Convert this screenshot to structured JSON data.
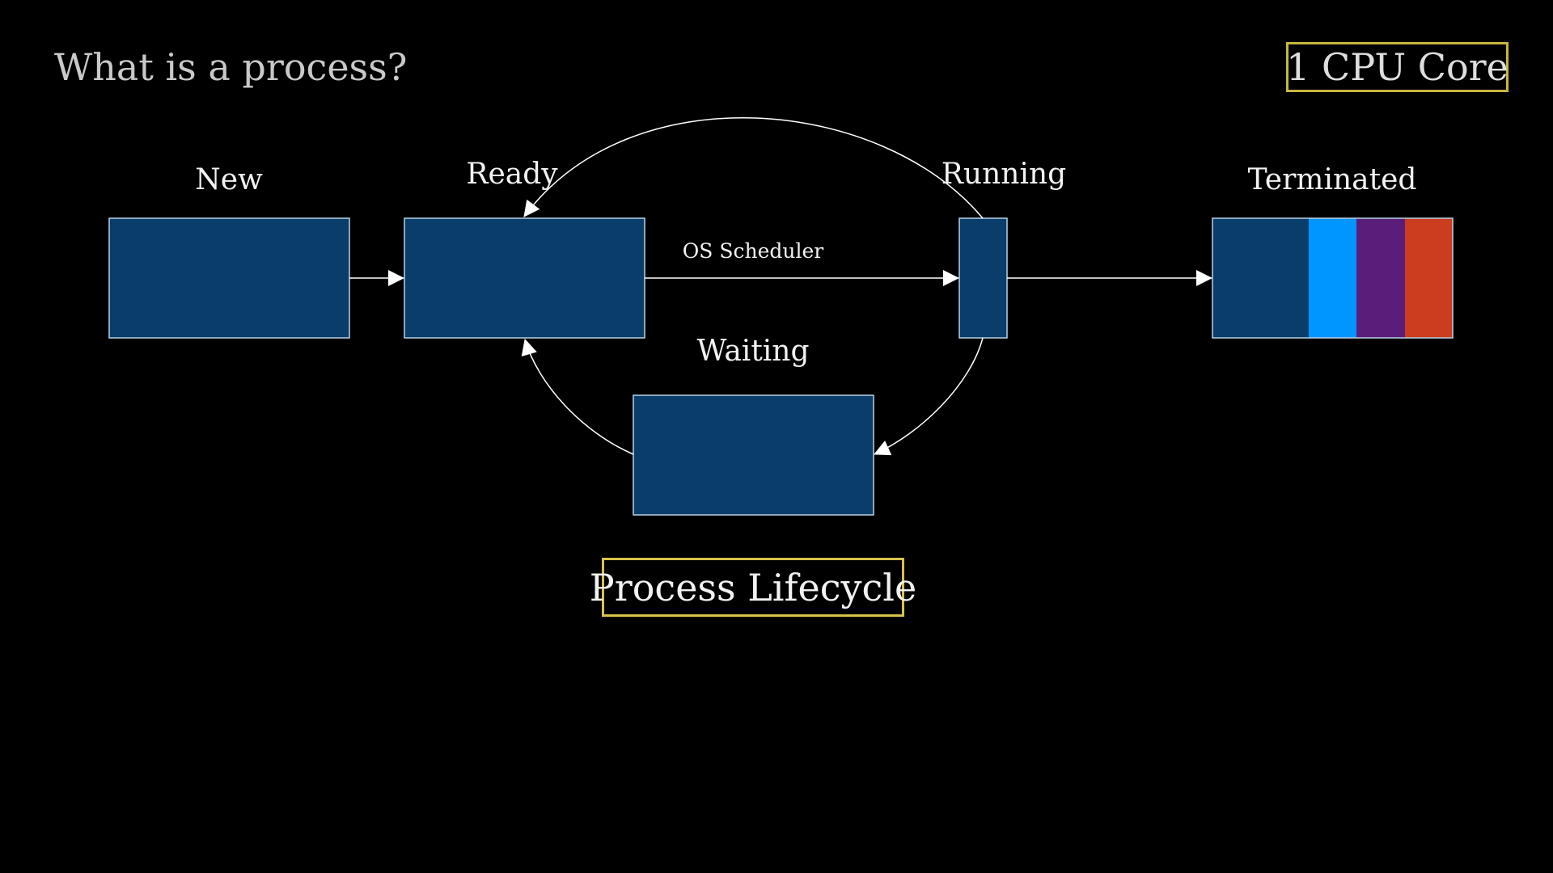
{
  "title": "What is a process?",
  "cpu_badge": "1 CPU Core",
  "caption": "Process Lifecycle",
  "states": {
    "new": "New",
    "ready": "Ready",
    "running": "Running",
    "waiting": "Waiting",
    "terminated": "Terminated"
  },
  "edges": {
    "scheduler": "OS Scheduler"
  },
  "colors": {
    "box_fill": "#0a3d69",
    "box_stroke": "#b9d3e6",
    "arrow": "#ffffff",
    "badge_border": "#c8b740",
    "caption_border": "#d9c24a",
    "terminated_segments": [
      "#0a3d69",
      "#0096ff",
      "#5a1e7a",
      "#cc3c1e"
    ]
  }
}
